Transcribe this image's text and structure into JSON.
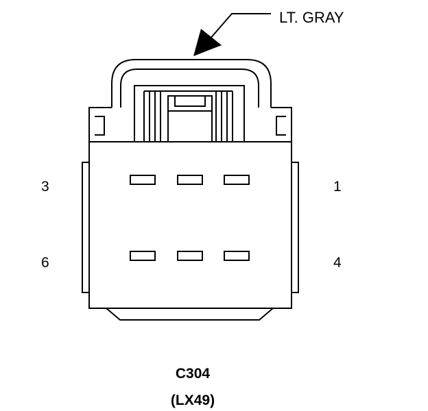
{
  "callout": {
    "text": "LT. GRAY"
  },
  "connector": {
    "id": "C304",
    "code": "(LX49)"
  },
  "pins": {
    "top_left": "3",
    "top_right": "1",
    "bottom_left": "6",
    "bottom_right": "4"
  },
  "colors": {
    "line": "#000000",
    "background": "#ffffff"
  }
}
